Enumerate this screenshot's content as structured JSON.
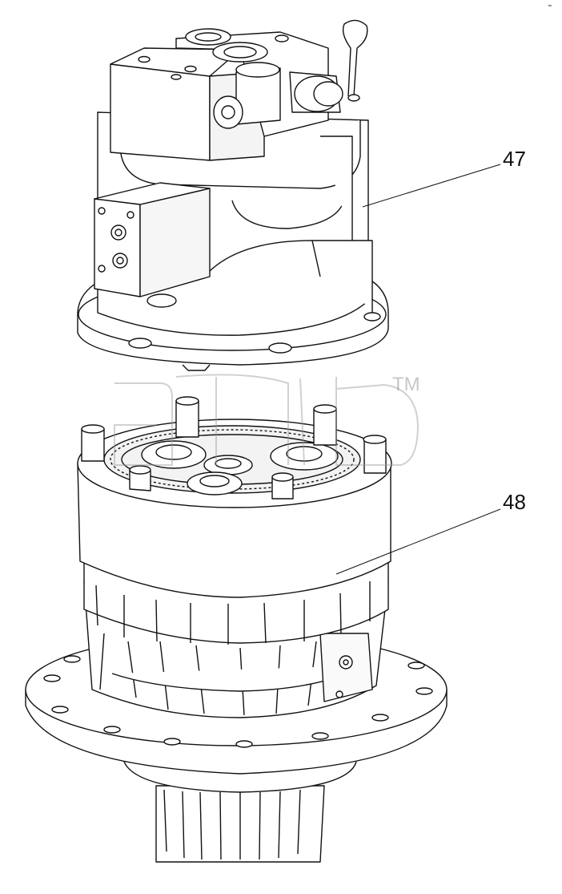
{
  "callouts": [
    {
      "id": "47",
      "label": "47"
    },
    {
      "id": "48",
      "label": "48"
    }
  ],
  "watermark": {
    "trademark": "TM",
    "color": "#9a9a9a"
  },
  "colors": {
    "line": "#111111",
    "fill": "#ffffff",
    "shade": "#eeeeee"
  },
  "corner_glyph": "⌁"
}
